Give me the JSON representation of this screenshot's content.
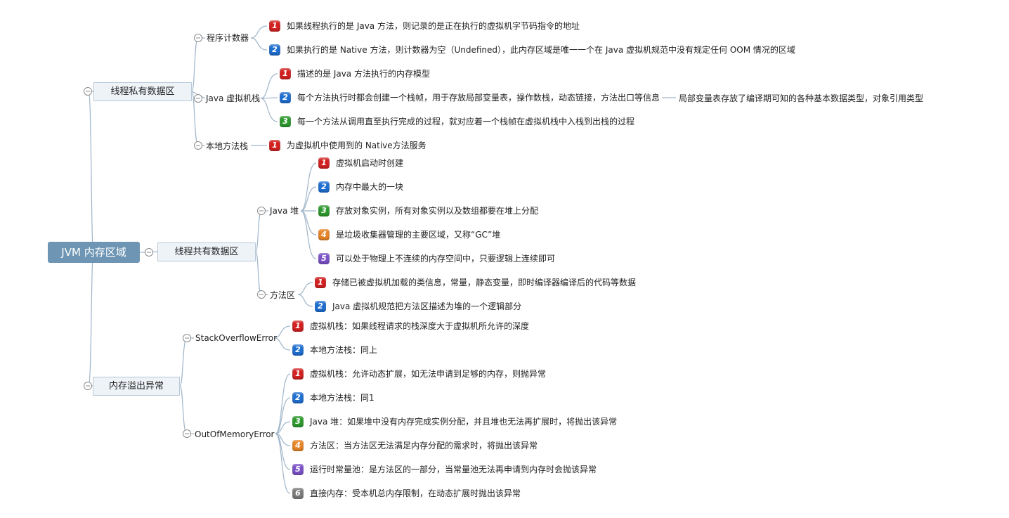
{
  "root": {
    "label": "JVM 内存区域"
  },
  "colors": {
    "1": "#d42121",
    "2": "#1f6fd1",
    "3": "#2e9a2e",
    "4": "#e8862a",
    "5": "#7b52c8",
    "6": "#7d7d7d"
  },
  "groups": [
    {
      "label": "线程私有数据区",
      "children": [
        {
          "label": "程序计数器",
          "items": [
            {
              "n": "1",
              "text": "如果线程执行的是 Java 方法，则记录的是正在执行的虚拟机字节码指令的地址"
            },
            {
              "n": "2",
              "text": "如果执行的是 Native 方法，则计数器为空（Undefined），此内存区域是唯一一个在 Java 虚拟机规范中没有规定任何 OOM 情况的区域"
            }
          ]
        },
        {
          "label": "Java 虚拟机栈",
          "items": [
            {
              "n": "1",
              "text": "描述的是 Java 方法执行的内存模型"
            },
            {
              "n": "2",
              "text": "每个方法执行时都会创建一个栈帧，用于存放局部变量表，操作数栈，动态链接，方法出口等信息",
              "sub": "局部变量表存放了编译期可知的各种基本数据类型，对象引用类型"
            },
            {
              "n": "3",
              "text": "每一个方法从调用直至执行完成的过程，就对应着一个栈帧在虚拟机栈中入栈到出栈的过程"
            }
          ]
        },
        {
          "label": "本地方法栈",
          "items": [
            {
              "n": "1",
              "text": "为虚拟机中使用到的 Native方法服务"
            }
          ]
        }
      ]
    },
    {
      "label": "线程共有数据区",
      "children": [
        {
          "label": "Java 堆",
          "items": [
            {
              "n": "1",
              "text": "虚拟机启动时创建"
            },
            {
              "n": "2",
              "text": "内存中最大的一块"
            },
            {
              "n": "3",
              "text": "存放对象实例，所有对象实例以及数组都要在堆上分配"
            },
            {
              "n": "4",
              "text": "是垃圾收集器管理的主要区域，又称“GC”堆"
            },
            {
              "n": "5",
              "text": "可以处于物理上不连续的内存空间中，只要逻辑上连续即可"
            }
          ]
        },
        {
          "label": "方法区",
          "items": [
            {
              "n": "1",
              "text": "存储已被虚拟机加载的类信息，常量，静态变量，即时编译器编译后的代码等数据"
            },
            {
              "n": "2",
              "text": "Java 虚拟机规范把方法区描述为堆的一个逻辑部分"
            }
          ]
        }
      ]
    },
    {
      "label": "内存溢出异常",
      "children": [
        {
          "label": "StackOverflowError",
          "items": [
            {
              "n": "1",
              "text": "虚拟机栈：如果线程请求的栈深度大于虚拟机所允许的深度"
            },
            {
              "n": "2",
              "text": "本地方法栈：同上"
            }
          ]
        },
        {
          "label": "OutOfMemoryError",
          "items": [
            {
              "n": "1",
              "text": "虚拟机栈：允许动态扩展，如无法申请到足够的内存，则抛异常"
            },
            {
              "n": "2",
              "text": "本地方法栈：同1"
            },
            {
              "n": "3",
              "text": "Java 堆：如果堆中没有内存完成实例分配，并且堆也无法再扩展时，将抛出该异常"
            },
            {
              "n": "4",
              "text": "方法区：当方法区无法满足内存分配的需求时，将抛出该异常"
            },
            {
              "n": "5",
              "text": "运行时常量池：是方法区的一部分，当常量池无法再申请到内存时会抛该异常"
            },
            {
              "n": "6",
              "text": "直接内存：受本机总内存限制，在动态扩展时抛出该异常"
            }
          ]
        }
      ]
    }
  ]
}
